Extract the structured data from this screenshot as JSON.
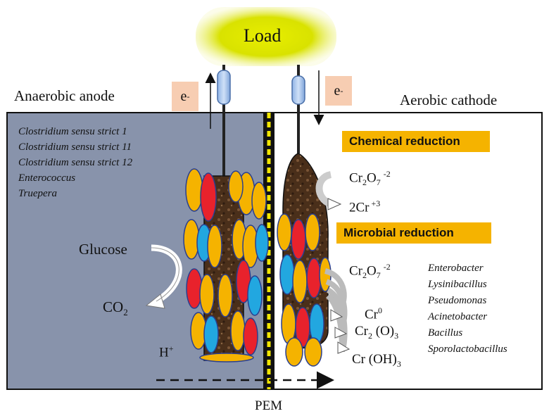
{
  "load_label": "Load",
  "anode": {
    "title": "Anaerobic anode",
    "bacteria": [
      "Clostridium sensu strict 1",
      "Clostridium sensu strict 11",
      "Clostridium sensu strict 12",
      "Enterococcus",
      "Truepera"
    ],
    "substrate": "Glucose",
    "product": "CO",
    "product_sub": "2",
    "proton": "H",
    "proton_sup": "+"
  },
  "cathode": {
    "title": "Aerobic cathode",
    "chemical_label": "Chemical reduction",
    "microbial_label": "Microbial reduction",
    "chem_reactant": {
      "base": "Cr",
      "sub1": "2",
      "mid": "O",
      "sub2": "7",
      "sup": "-2"
    },
    "chem_product": {
      "base": "2Cr",
      "sup": "+3"
    },
    "micro_reactant": {
      "base": "Cr",
      "sub1": "2",
      "mid": "O",
      "sub2": "7",
      "sup": "-2"
    },
    "micro_products": [
      {
        "base": "Cr",
        "sup": "0"
      },
      {
        "base": "Cr",
        "sub": "2",
        "mid": " (O)",
        "sub2": "3"
      },
      {
        "base": "Cr (OH)",
        "sub": "3"
      }
    ],
    "bacteria": [
      "Enterobacter",
      "Lysinibacillus",
      "Pseudomonas",
      "Acinetobacter",
      "Bacillus",
      "Sporolactobacillus"
    ]
  },
  "electron": {
    "base": "e",
    "sup": "-"
  },
  "membrane_label": "PEM",
  "colors": {
    "anode_fill": "#8893ab",
    "load_glow": "#d6e000",
    "label_box": "#f5b300",
    "electron_box": "#f7cdb2",
    "membrane": "#f2e600",
    "cell_yellow": "#f5b300",
    "cell_red": "#e8222c",
    "cell_blue": "#22a7e0",
    "electrode": "#5a3a20"
  }
}
